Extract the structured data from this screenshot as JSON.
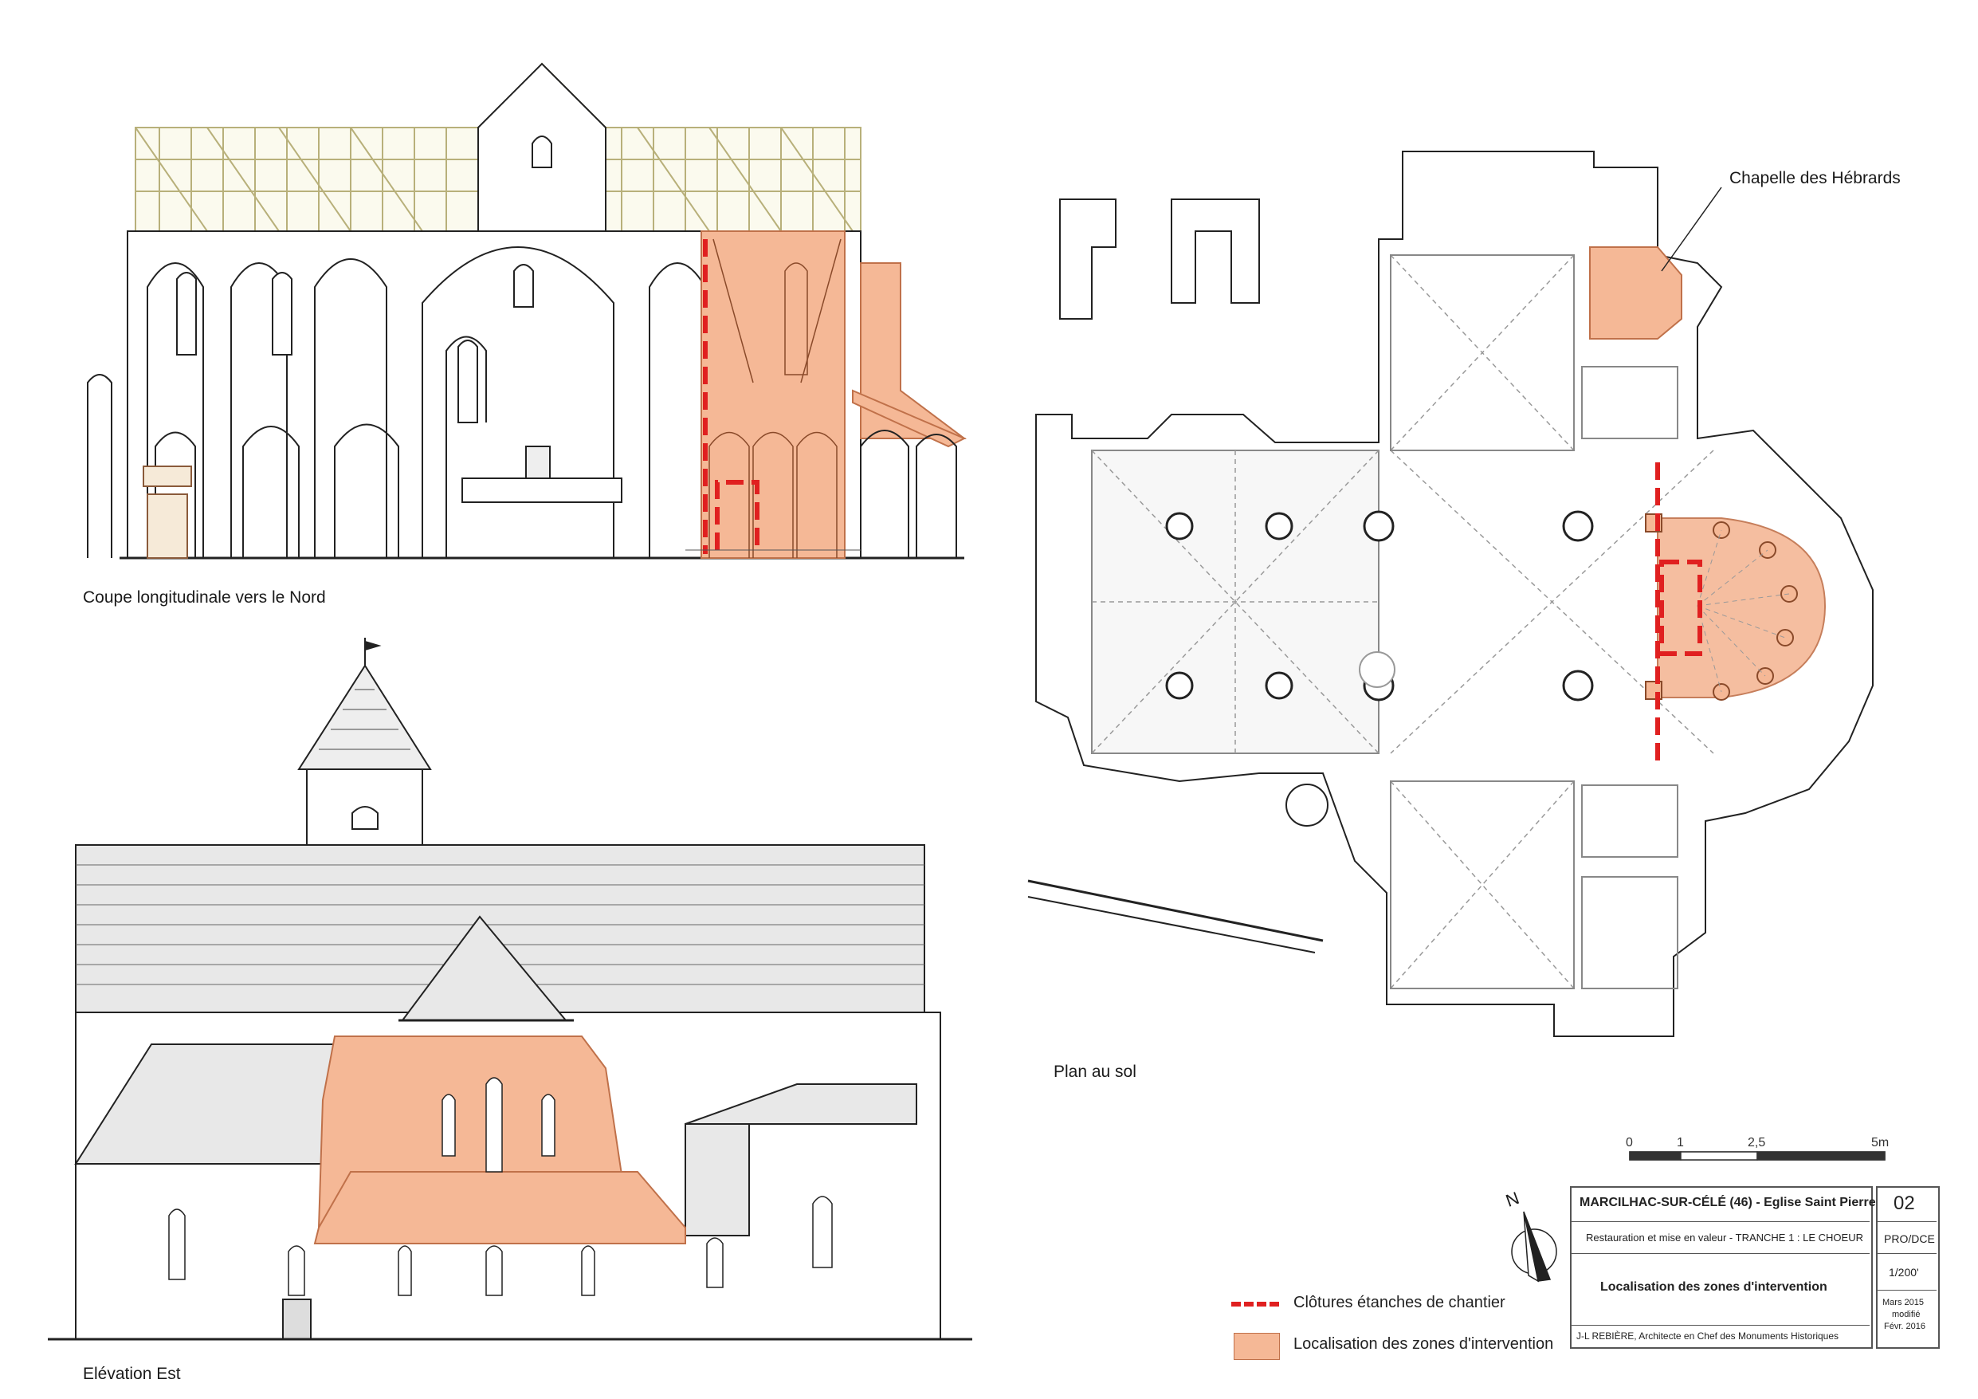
{
  "labels": {
    "section": "Coupe longitudinale vers le Nord",
    "elevation": "Elévation Est",
    "plan": "Plan au sol",
    "chapel": "Chapelle des Hébrards"
  },
  "scale_bar": {
    "ticks": [
      "0",
      "1",
      "2,5",
      "5m"
    ]
  },
  "north_arrow": {
    "label": "N"
  },
  "legend": {
    "items": [
      {
        "label": "Clôtures étanches de chantier",
        "color": "#e02020"
      },
      {
        "label": "Localisation des zones d'intervention",
        "color": "#f5b896"
      }
    ]
  },
  "title_block": {
    "project": "MARCILHAC-SUR-CÉLÉ (46) - Eglise Saint Pierre",
    "subtitle": "Restauration et mise en valeur - TRANCHE 1 : LE CHOEUR",
    "drawing_title": "Localisation des zones d'intervention",
    "author": "J-L REBIÈRE, Architecte en Chef des Monuments Historiques",
    "sheet_number": "02",
    "phase": "PRO/DCE",
    "scale": "1/200'",
    "date_line1": "Mars 2015",
    "date_line2": "modifié",
    "date_line3": "Févr. 2016"
  },
  "colors": {
    "intervention_fill": "#f5b896",
    "intervention_stroke": "#c0714a",
    "fence_red": "#e02020",
    "roof_truss": "#c9c48a",
    "line": "#222222"
  }
}
